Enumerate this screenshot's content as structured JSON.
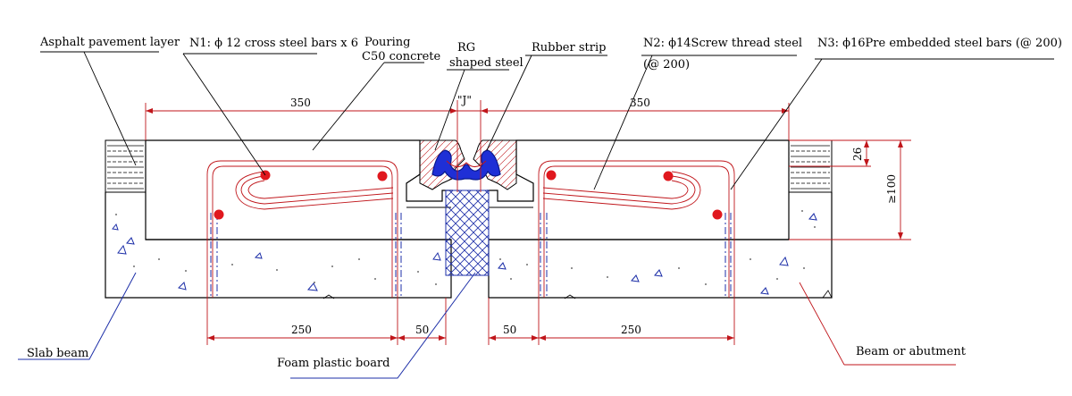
{
  "labels": {
    "asphalt": "Asphalt pavement layer",
    "n1": "N1: ϕ 12 cross steel bars x 6",
    "pouring_1": "Pouring",
    "pouring_2": "C50 concrete",
    "rg_1": "RG",
    "rg_2": "shaped steel",
    "rubber": "Rubber strip",
    "n2_1": "N2: ϕ14Screw thread steel",
    "n2_2": "(@ 200)",
    "n3": "N3: ϕ16Pre embedded steel bars (@ 200)",
    "slab": "Slab beam",
    "foam": "Foam plastic board",
    "beam": "Beam or abutment"
  },
  "dimensions": {
    "left_span": "350",
    "right_span": "350",
    "gap": "\"J\"",
    "depth_26": "26",
    "depth_100": "≥100",
    "left_250": "250",
    "left_50": "50",
    "right_50": "50",
    "right_250": "250"
  },
  "colors": {
    "line": "#000000",
    "rebar": "#c0161b",
    "rebar_dot": "#e0181e",
    "leader_blue": "#1d2fa8",
    "foam_hatch": "#1d2fa8",
    "rubber_strip": "#1f2fd6"
  }
}
